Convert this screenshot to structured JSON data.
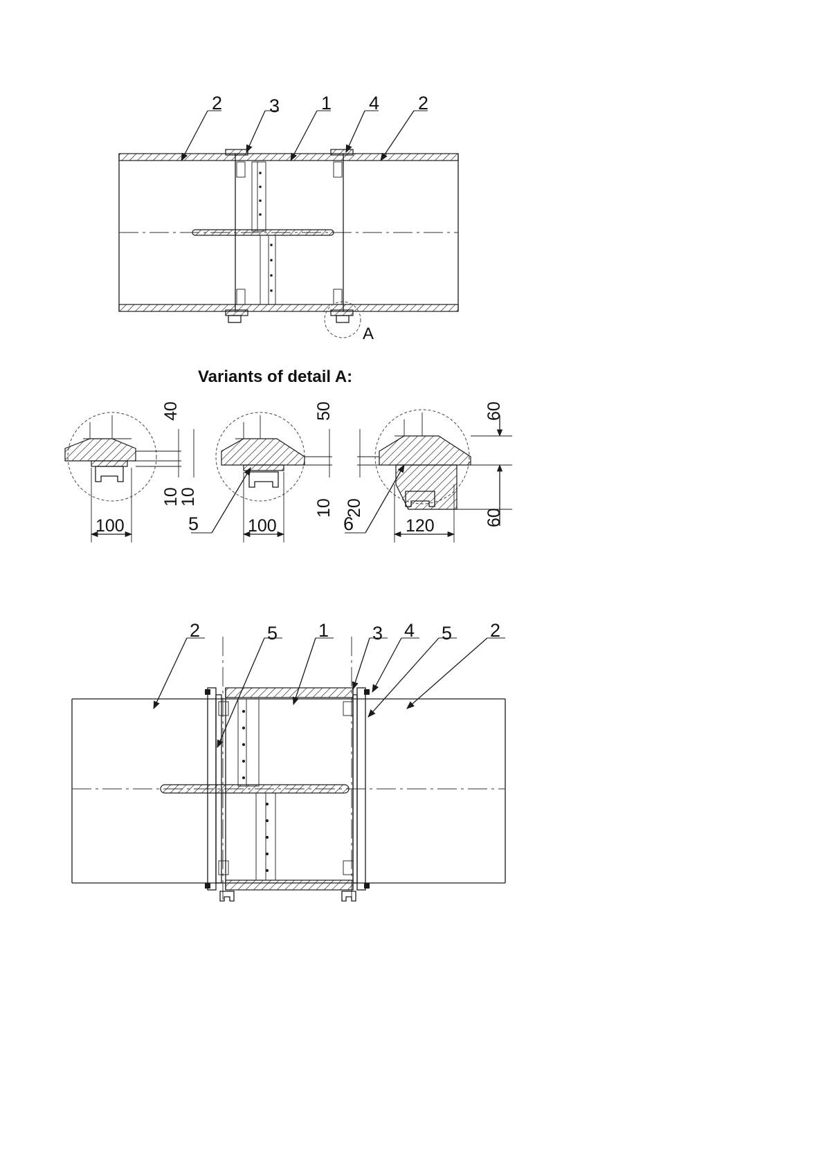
{
  "top_view": {
    "labels": [
      "2",
      "3",
      "1",
      "4",
      "2"
    ],
    "detail_mark": "A"
  },
  "variants": {
    "title": "Variants of detail A:",
    "v1": {
      "top": "40",
      "bottom_a": "10",
      "bottom_b": "10",
      "width": "100"
    },
    "v2": {
      "top": "50",
      "bottom": "10",
      "width": "100",
      "label": "5"
    },
    "v3": {
      "bottom_left": "20",
      "top_right": "60",
      "bottom_right": "60",
      "width": "120",
      "label": "6"
    }
  },
  "bottom_view": {
    "labels": [
      "2",
      "5",
      "1",
      "3",
      "4",
      "5",
      "2"
    ]
  }
}
